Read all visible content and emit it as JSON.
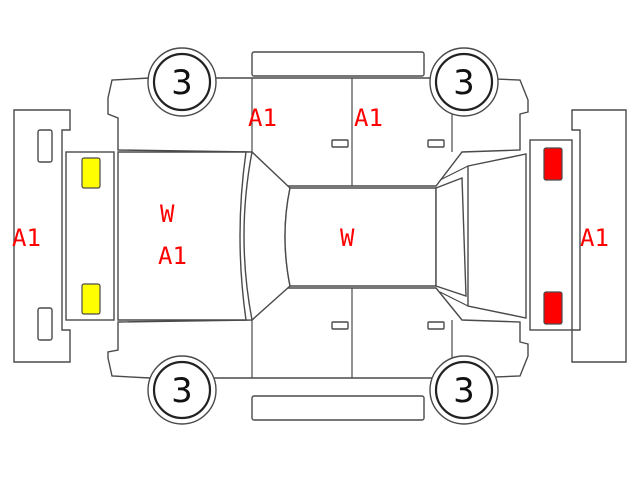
{
  "wheels": {
    "front_left": "3",
    "front_right": "3",
    "rear_left": "3",
    "rear_right": "3"
  },
  "labels": {
    "front_bumper": "A1",
    "rear_bumper": "A1",
    "left_front_door": "A1",
    "left_rear_door": "A1",
    "hood_line1": "W",
    "hood_line2": "A1",
    "roof": "W"
  },
  "colors": {
    "headlights": "#ffff00",
    "taillights": "#ff0000",
    "marks": "#ff0000"
  }
}
